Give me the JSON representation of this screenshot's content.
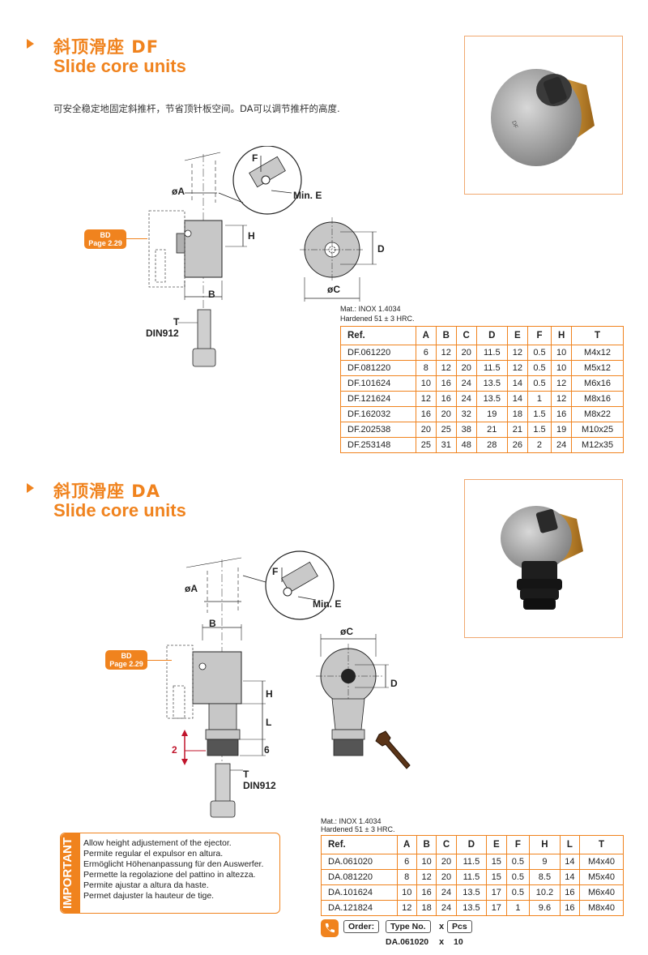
{
  "df": {
    "title_cn": "斜顶滑座 DF",
    "title_en": "Slide core units",
    "description": "可安全稳定地固定斜推杆，节省顶针板空间。DA可以调节推杆的高度.",
    "labels": {
      "A": "øA",
      "F": "F",
      "minE": "Min. E",
      "H": "H",
      "B": "B",
      "T": "T",
      "din": "DIN912",
      "D": "D",
      "C": "øC"
    },
    "bd_badge": {
      "line1": "BD",
      "line2": "Page 2.29"
    },
    "material": "Mat.: INOX 1.4034",
    "hardened": "Hardened 51 ± 3 HRC.",
    "table": {
      "headers": [
        "Ref.",
        "A",
        "B",
        "C",
        "D",
        "E",
        "F",
        "H",
        "T"
      ],
      "rows": [
        [
          "DF.061220",
          "6",
          "12",
          "20",
          "11.5",
          "12",
          "0.5",
          "10",
          "M4x12"
        ],
        [
          "DF.081220",
          "8",
          "12",
          "20",
          "11.5",
          "12",
          "0.5",
          "10",
          "M5x12"
        ],
        [
          "DF.101624",
          "10",
          "16",
          "24",
          "13.5",
          "14",
          "0.5",
          "12",
          "M6x16"
        ],
        [
          "DF.121624",
          "12",
          "16",
          "24",
          "13.5",
          "14",
          "1",
          "12",
          "M8x16"
        ],
        [
          "DF.162032",
          "16",
          "20",
          "32",
          "19",
          "18",
          "1.5",
          "16",
          "M8x22"
        ],
        [
          "DF.202538",
          "20",
          "25",
          "38",
          "21",
          "21",
          "1.5",
          "19",
          "M10x25"
        ],
        [
          "DF.253148",
          "25",
          "31",
          "48",
          "28",
          "26",
          "2",
          "24",
          "M12x35"
        ]
      ]
    }
  },
  "da": {
    "title_cn": "斜顶滑座 DA",
    "title_en": "Slide core units",
    "labels": {
      "A": "øA",
      "F": "F",
      "minE": "Min. E",
      "B": "B",
      "H": "H",
      "L": "L",
      "two": "2",
      "six": "6",
      "T": "T",
      "din": "DIN912",
      "C": "øC",
      "D": "D"
    },
    "bd_badge": {
      "line1": "BD",
      "line2": "Page 2.29"
    },
    "material": "Mat.: INOX 1.4034",
    "hardened": "Hardened 51 ± 3 HRC.",
    "table": {
      "headers": [
        "Ref.",
        "A",
        "B",
        "C",
        "D",
        "E",
        "F",
        "H",
        "L",
        "T"
      ],
      "rows": [
        [
          "DA.061020",
          "6",
          "10",
          "20",
          "11.5",
          "15",
          "0.5",
          "9",
          "14",
          "M4x40"
        ],
        [
          "DA.081220",
          "8",
          "12",
          "20",
          "11.5",
          "15",
          "0.5",
          "8.5",
          "14",
          "M5x40"
        ],
        [
          "DA.101624",
          "10",
          "16",
          "24",
          "13.5",
          "17",
          "0.5",
          "10.2",
          "16",
          "M6x40"
        ],
        [
          "DA.121824",
          "12",
          "18",
          "24",
          "13.5",
          "17",
          "1",
          "9.6",
          "16",
          "M8x40"
        ]
      ]
    }
  },
  "important": {
    "side_label": "IMPORTANT",
    "lines": [
      "Allow height adjustement of the ejector.",
      "Permite regular el expulsor en altura.",
      "Ermöglicht Höhenanpassung für den Auswerfer.",
      "Permette la regolazione del pattino in altezza.",
      "Permite ajustar a altura da haste.",
      "Permet dajuster la hauteur de tige."
    ]
  },
  "order": {
    "label": "Order:",
    "type_label": "Type No.",
    "x1": "x",
    "pcs_label": "Pcs",
    "example_type": "DA.061020",
    "x2": "x",
    "example_qty": "10"
  },
  "colors": {
    "accent": "#f0831e",
    "steel": "#9a9a9a",
    "brass": "#c98a2a",
    "red": "#c0142b"
  }
}
